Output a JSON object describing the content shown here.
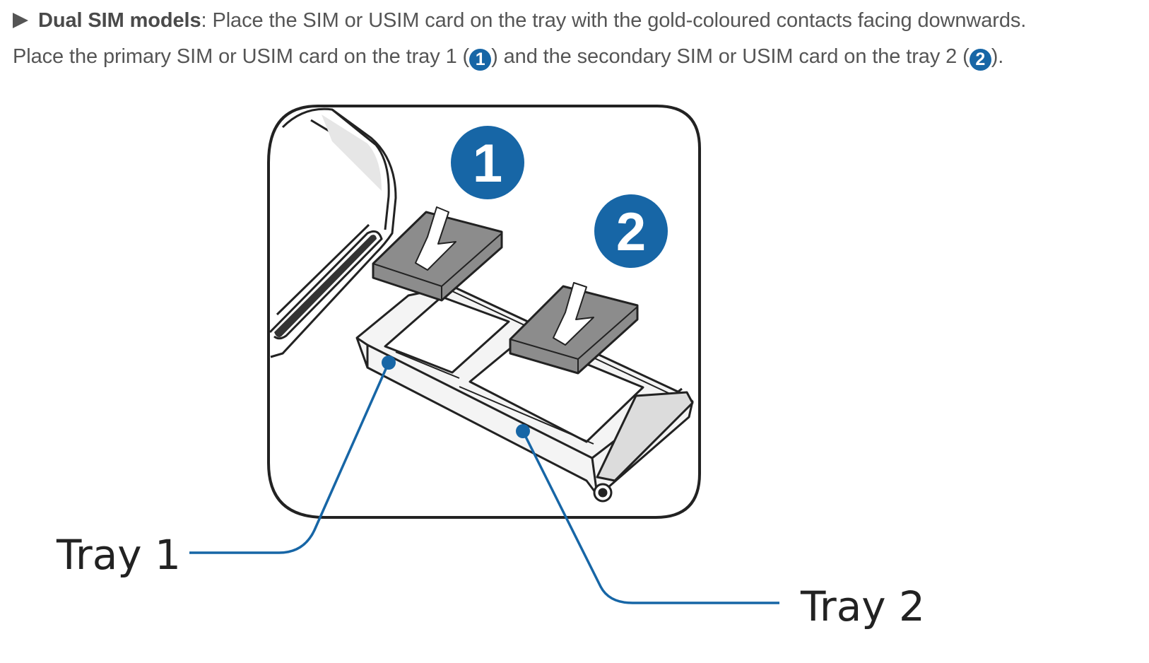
{
  "instruction": {
    "bullet_icon": "triangle-bullet-icon",
    "heading": "Dual SIM models",
    "line1_text": ": Place the SIM or USIM card on the tray with the gold-coloured contacts facing downwards.",
    "line2_part1": "Place the primary SIM or USIM card on the tray 1 (",
    "line2_badge1": "1",
    "line2_part2": ") and the secondary SIM or USIM card on the tray 2 (",
    "line2_badge2": "2",
    "line2_part3": ")."
  },
  "figure": {
    "marker_1": "1",
    "marker_2": "2",
    "tray1_label": "Tray 1",
    "tray2_label": "Tray 2"
  },
  "colors": {
    "text": "#555555",
    "accent_blue": "#1766a6",
    "sim_card_gray": "#8c8c8c",
    "outline": "#222222"
  }
}
